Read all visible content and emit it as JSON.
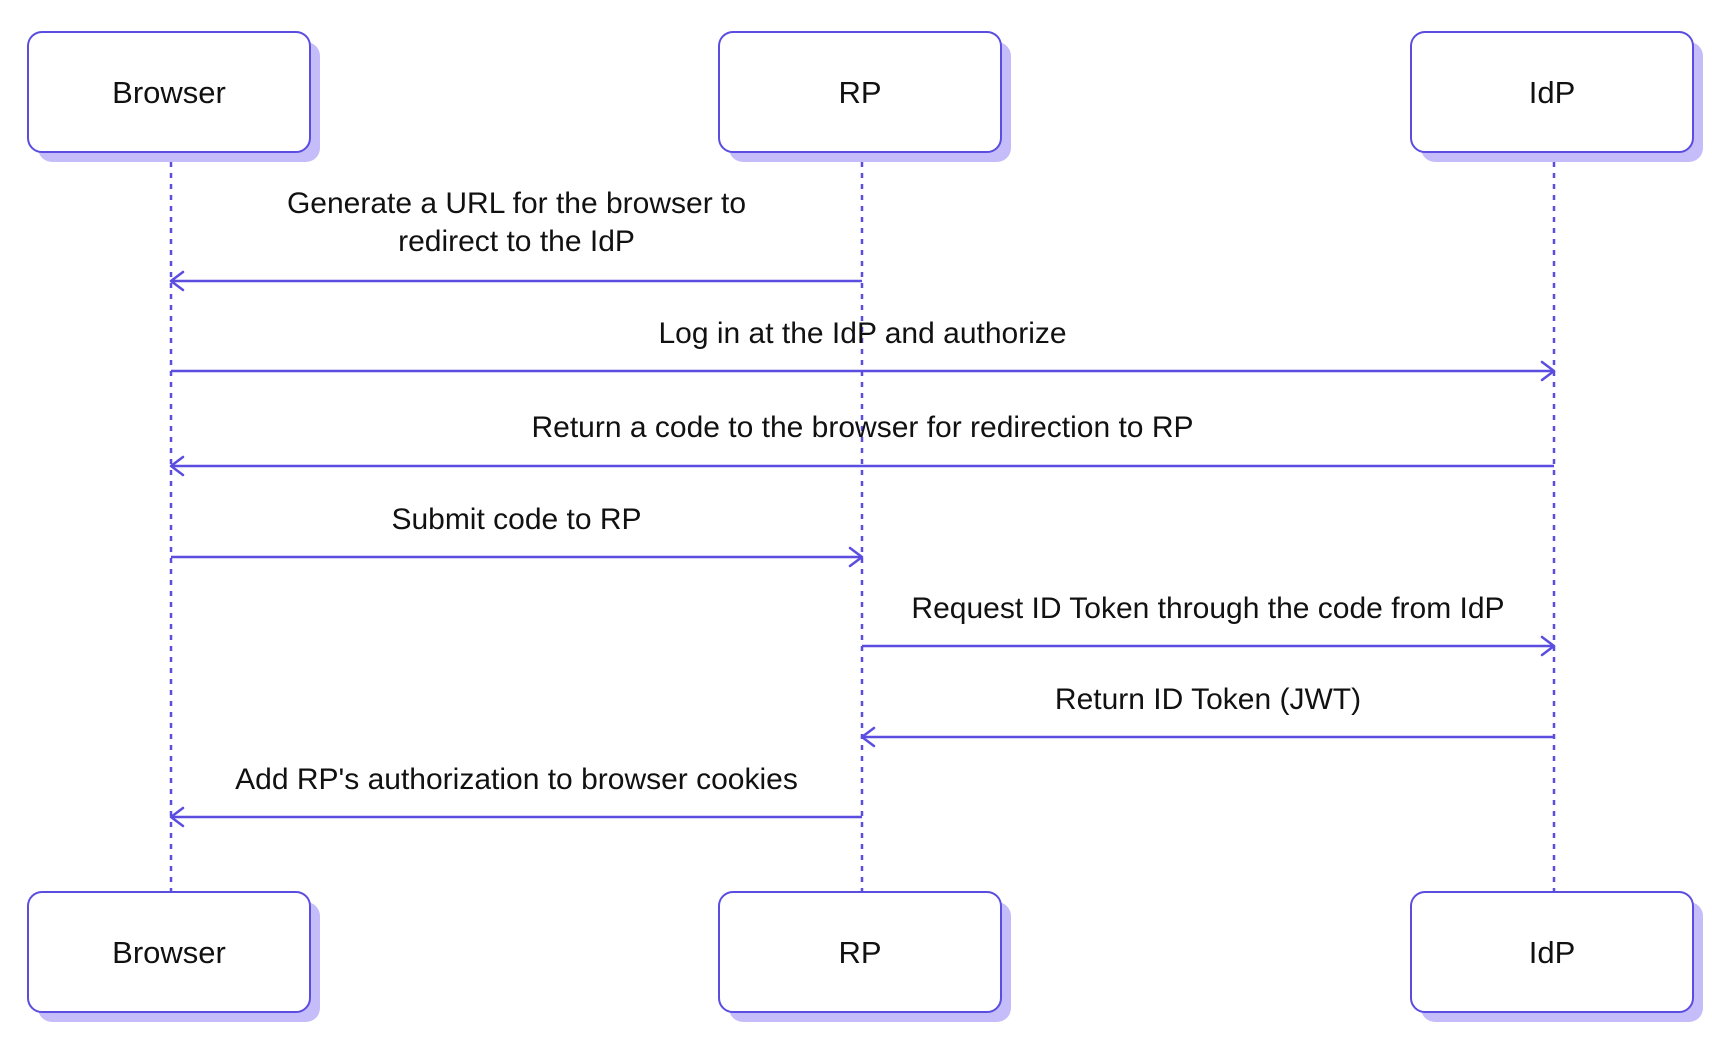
{
  "colors": {
    "line": "#5b4de0",
    "box_border": "#5b4de0",
    "box_fill": "#ffffff",
    "box_shadow": "#c5bdfa",
    "text": "#111111",
    "background": "#ffffff"
  },
  "participants": [
    {
      "id": "browser",
      "label": "Browser"
    },
    {
      "id": "rp",
      "label": "RP"
    },
    {
      "id": "idp",
      "label": "IdP"
    }
  ],
  "messages": [
    {
      "from": "rp",
      "to": "browser",
      "lines": [
        "Generate a URL for the browser to",
        "redirect to the IdP"
      ]
    },
    {
      "from": "browser",
      "to": "idp",
      "lines": [
        "Log in at the IdP and authorize"
      ]
    },
    {
      "from": "idp",
      "to": "browser",
      "lines": [
        "Return a code to the browser for redirection to RP"
      ]
    },
    {
      "from": "browser",
      "to": "rp",
      "lines": [
        "Submit code to RP"
      ]
    },
    {
      "from": "rp",
      "to": "idp",
      "lines": [
        "Request ID Token through the code from IdP"
      ]
    },
    {
      "from": "idp",
      "to": "rp",
      "lines": [
        "Return ID Token (JWT)"
      ]
    },
    {
      "from": "rp",
      "to": "browser",
      "lines": [
        "Add RP's authorization to browser cookies"
      ]
    }
  ]
}
